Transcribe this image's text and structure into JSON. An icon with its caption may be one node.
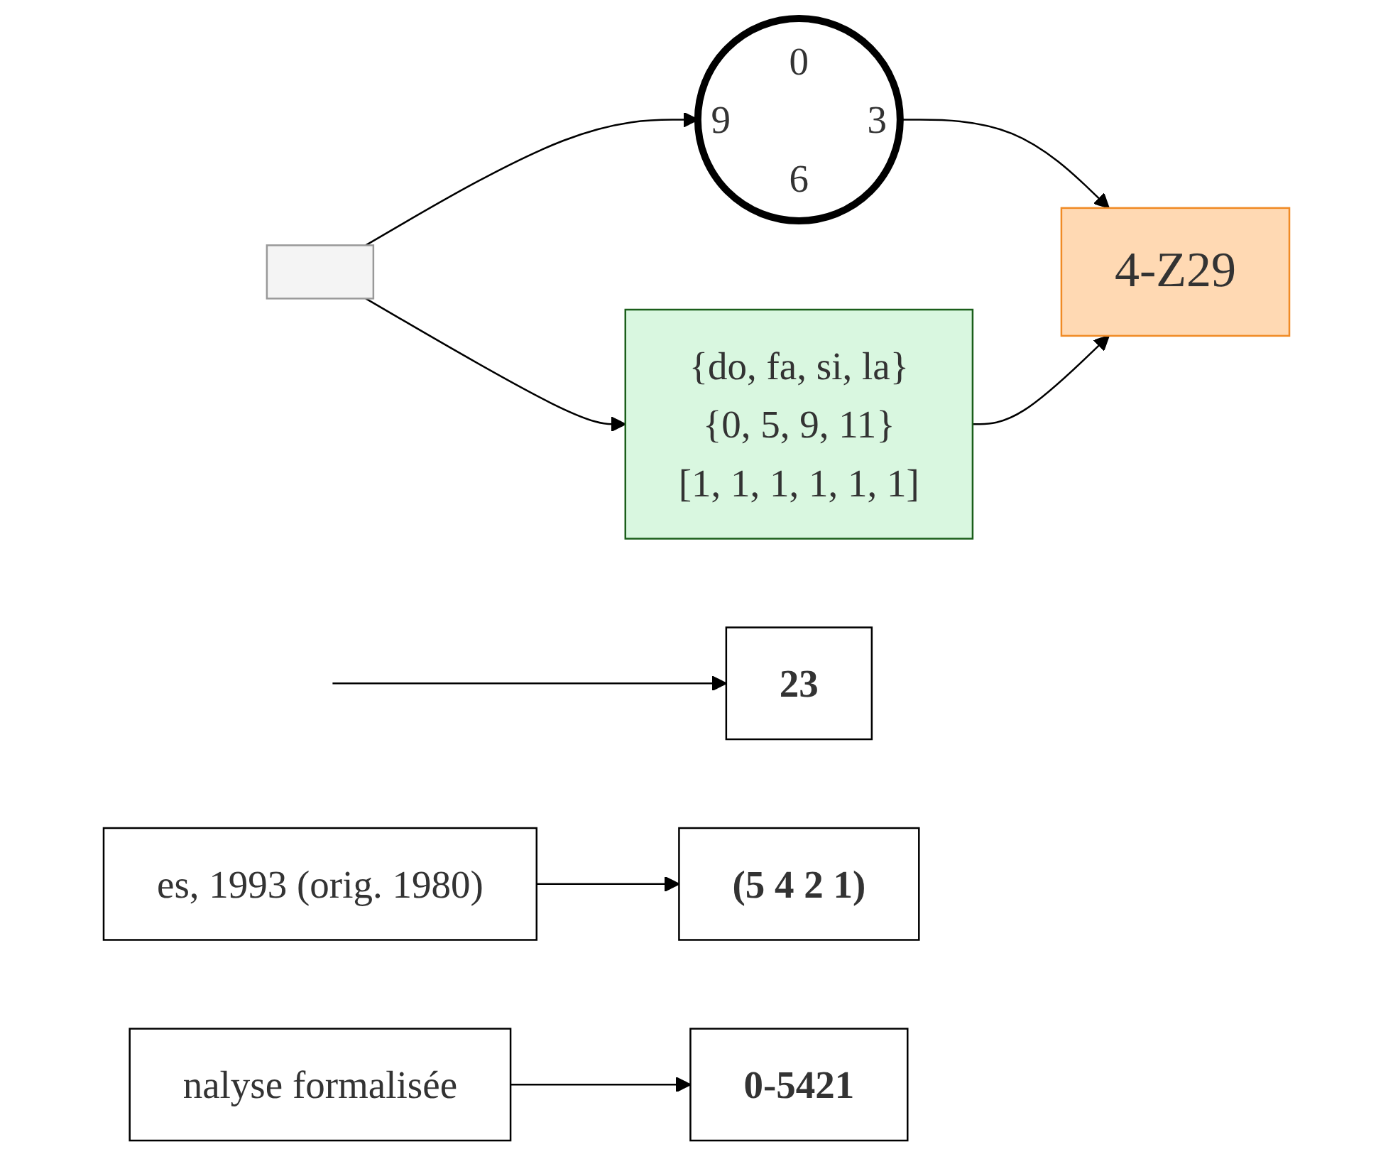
{
  "diagram": {
    "nodes": [
      {
        "text": [],
        "shape": "box"
      },
      {
        "text": [
          "0",
          "9",
          "3",
          "6"
        ]
      },
      {
        "text": [
          "{do, fa, si, la}",
          "{0, 5, 9, 11}",
          "[1, 1, 1, 1, 1, 1]"
        ]
      },
      {
        "text": [
          "4-Z29"
        ]
      },
      {
        "text": [
          "23"
        ]
      },
      {
        "text": [
          "es, 1993 (orig. 1980)"
        ]
      },
      {
        "text": [
          "nalyse formalisée"
        ]
      },
      {
        "text": [
          "(5 4 2 1)"
        ]
      },
      {
        "text": [
          "0-5421"
        ]
      }
    ],
    "edges": [
      {
        "from": 0,
        "to": 1,
        "arrow": "to"
      },
      {
        "from": 0,
        "to": 2,
        "arrow": "to"
      },
      {
        "from": 1,
        "to": 3,
        "arrow": "to"
      },
      {
        "from": 2,
        "to": 3,
        "arrow": "to"
      },
      {
        "from": null,
        "to": 4,
        "arrow": "to"
      },
      {
        "from": 5,
        "to": 7,
        "arrow": "to"
      },
      {
        "from": 6,
        "to": 8,
        "arrow": "to"
      }
    ]
  }
}
